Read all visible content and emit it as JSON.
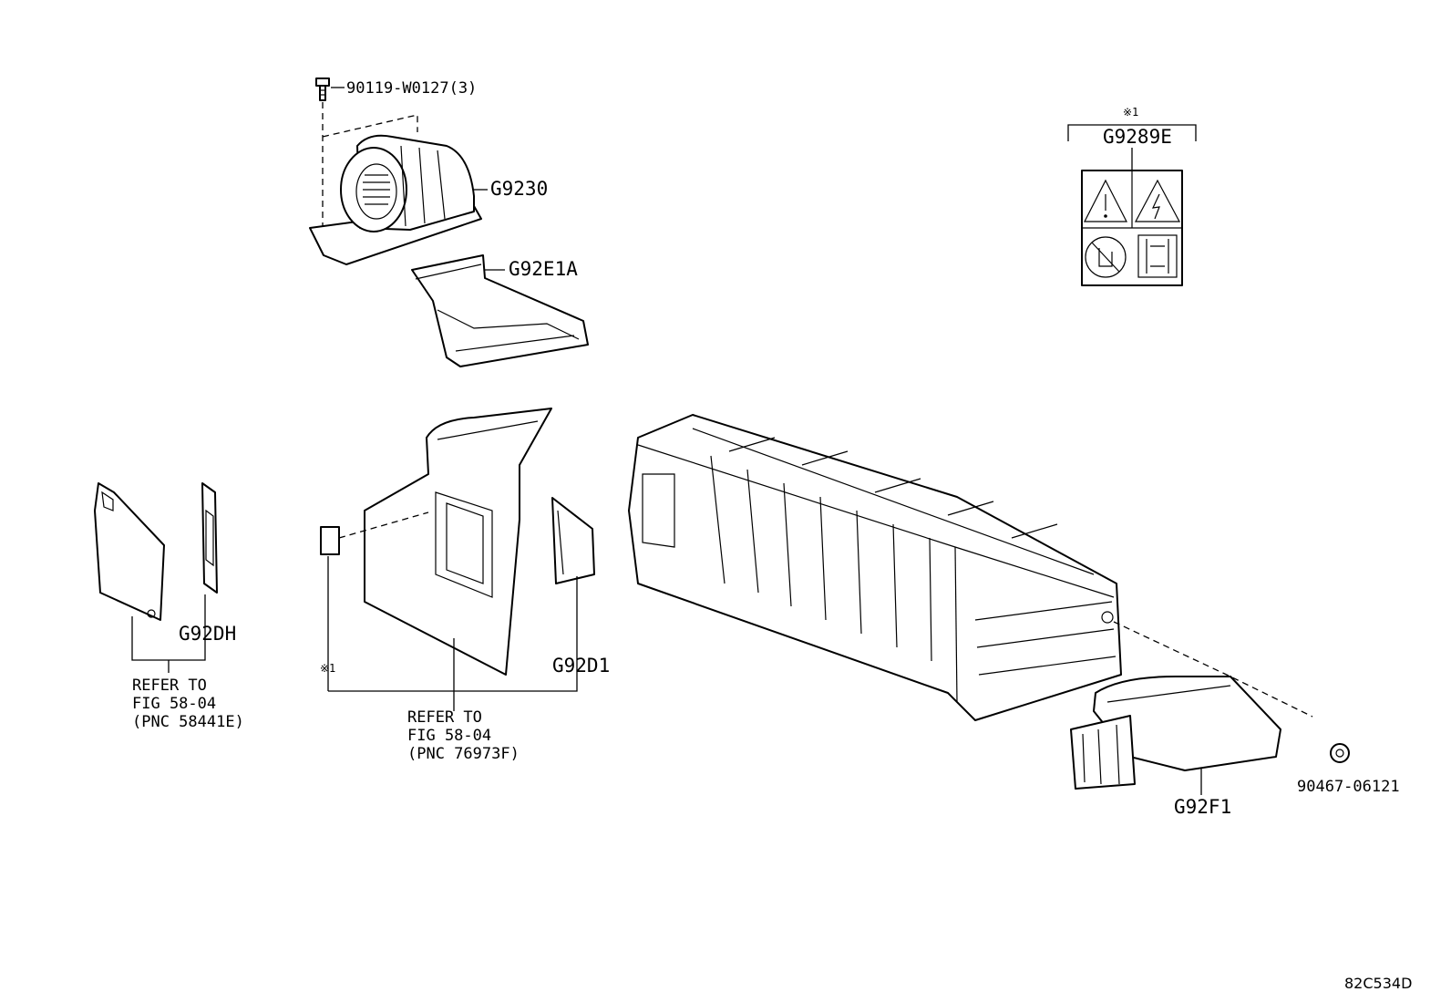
{
  "diagram_code": "82C534D",
  "parts": {
    "bolt": {
      "label": "90119-W0127(3)"
    },
    "blower": {
      "label": "G9230"
    },
    "duct": {
      "label": "G92E1A"
    },
    "warning_label": {
      "label": "G9289E",
      "note": "※1"
    },
    "cover_left": {
      "label": "G92DH"
    },
    "cover_center_note": {
      "label": "※1"
    },
    "cover_right": {
      "label": "G92D1"
    },
    "cover_end": {
      "label": "G92F1"
    },
    "clip": {
      "label": "90467-06121"
    }
  },
  "refer_left": {
    "line1": "REFER TO",
    "line2": "FIG 58-04",
    "line3": "(PNC 58441E)"
  },
  "refer_center": {
    "line1": "REFER TO",
    "line2": "FIG 58-04",
    "line3": "(PNC 76973F)"
  },
  "icons": [
    "warning-triangle-icon",
    "high-voltage-icon",
    "no-touch-icon",
    "panel-icon"
  ]
}
